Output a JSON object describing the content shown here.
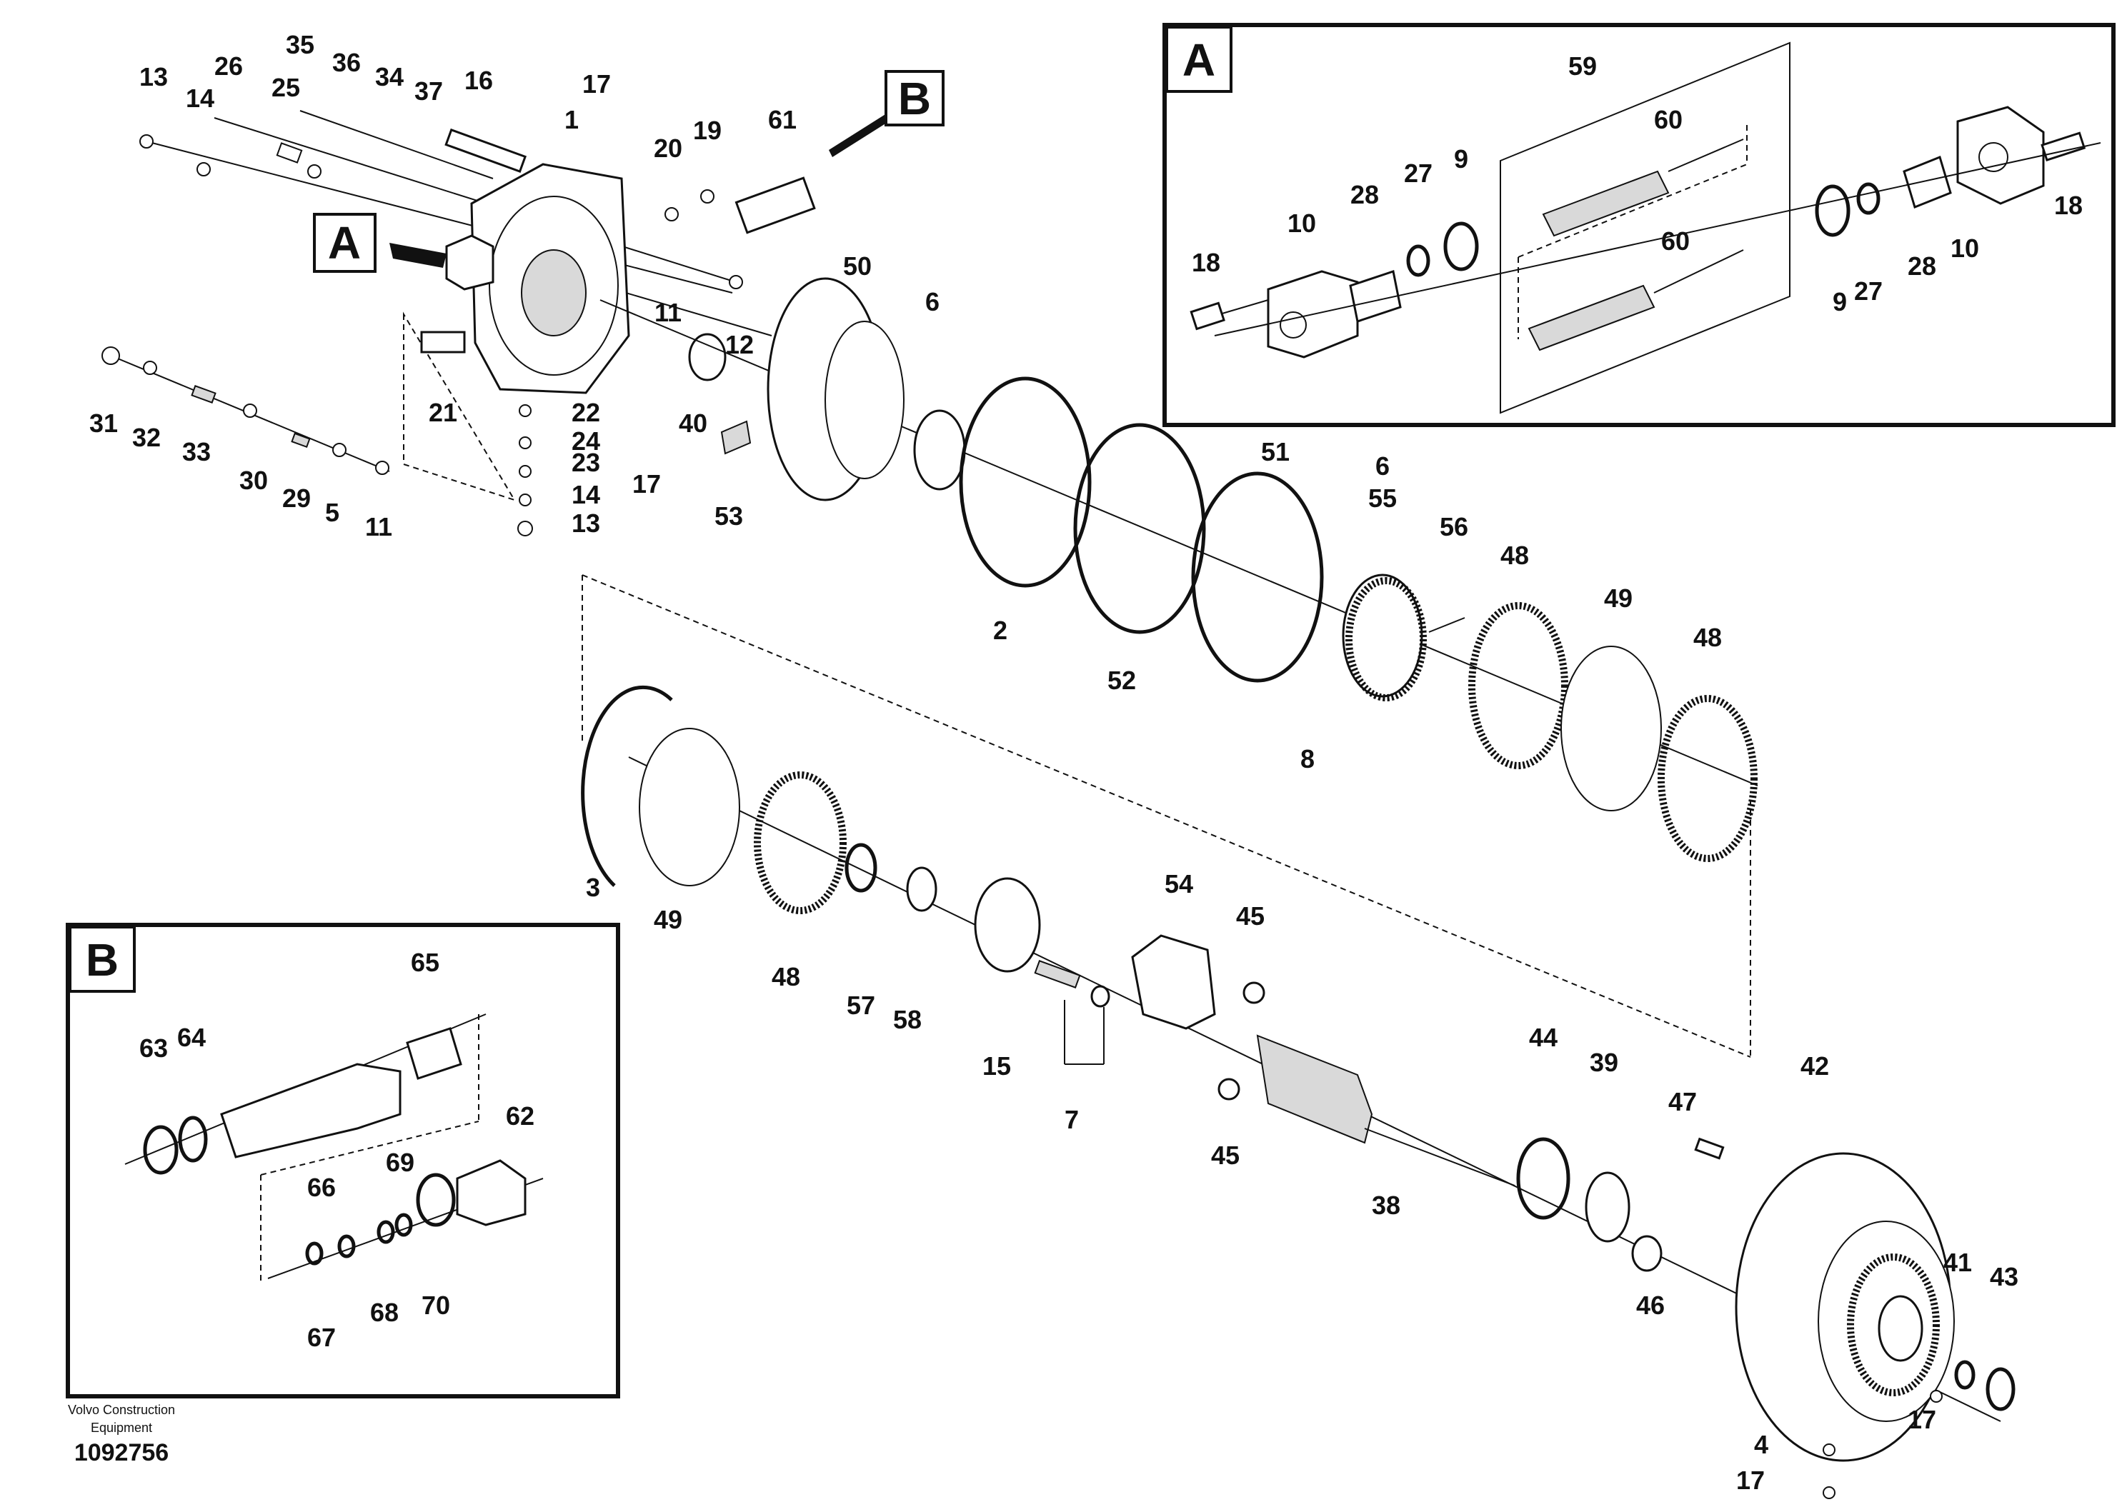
{
  "inset_a": {
    "letter": "A"
  },
  "inset_b": {
    "letter": "B"
  },
  "callouts": {
    "a": "A",
    "b": "B"
  },
  "caption": {
    "line1": "Volvo Construction",
    "line2": "Equipment",
    "number": "1092756"
  },
  "part_labels": [
    "1",
    "2",
    "3",
    "4",
    "5",
    "6",
    "7",
    "8",
    "9",
    "10",
    "11",
    "12",
    "13",
    "14",
    "15",
    "16",
    "17",
    "18",
    "19",
    "20",
    "21",
    "22",
    "23",
    "24",
    "25",
    "26",
    "27",
    "28",
    "29",
    "30",
    "31",
    "32",
    "33",
    "34",
    "35",
    "36",
    "37",
    "38",
    "39",
    "40",
    "41",
    "42",
    "43",
    "44",
    "45",
    "46",
    "47",
    "48",
    "49",
    "50",
    "51",
    "52",
    "53",
    "54",
    "55",
    "56",
    "57",
    "58",
    "59",
    "60",
    "61",
    "62",
    "63",
    "64",
    "65",
    "66",
    "67",
    "68",
    "69",
    "70"
  ]
}
